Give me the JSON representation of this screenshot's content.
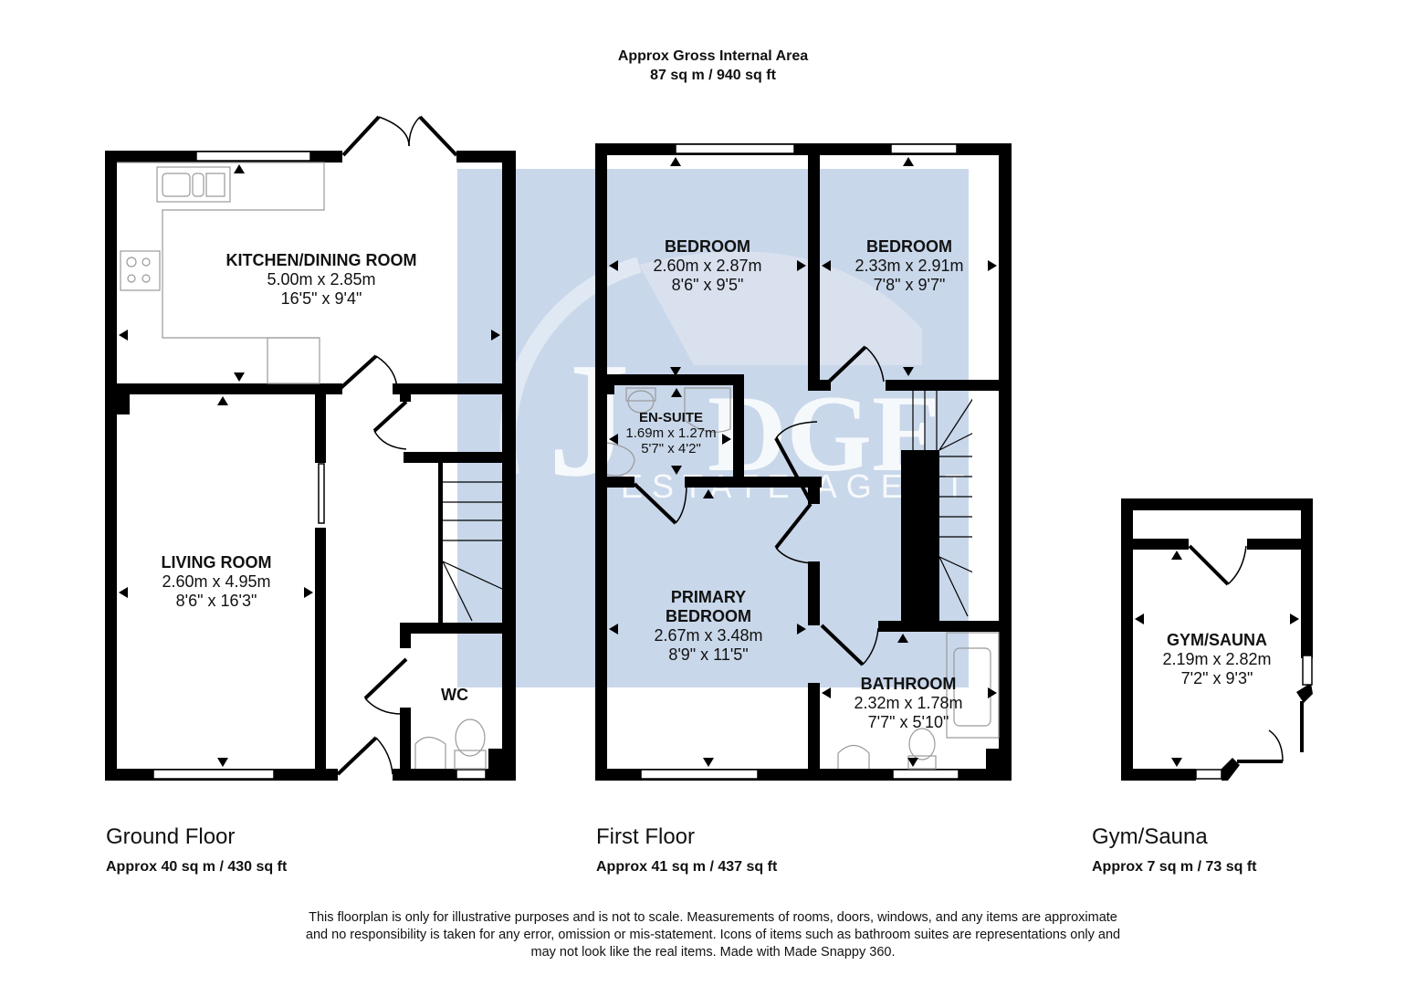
{
  "header": {
    "title": "Approx Gross Internal Area",
    "total_area": "87 sq m / 940 sq ft"
  },
  "watermark": {
    "brand": "JUDGE",
    "tagline": "ESTATE AGENTS",
    "color": "#c9d7ea"
  },
  "colors": {
    "wall": "#000000",
    "fixture_line": "#9a9a9a",
    "watermark_bg": "#c9d7ea"
  },
  "floors": [
    {
      "title": "Ground Floor",
      "area": "Approx 40 sq m / 430 sq ft",
      "rooms": [
        {
          "name": "KITCHEN/DINING ROOM",
          "metric": "5.00m x 2.85m",
          "imperial": "16'5\" x 9'4\""
        },
        {
          "name": "LIVING ROOM",
          "metric": "2.60m x 4.95m",
          "imperial": "8'6\" x 16'3\""
        },
        {
          "name": "WC",
          "metric": "",
          "imperial": ""
        }
      ]
    },
    {
      "title": "First Floor",
      "area": "Approx 41 sq m / 437 sq ft",
      "rooms": [
        {
          "name": "BEDROOM",
          "metric": "2.60m x 2.87m",
          "imperial": "8'6\" x 9'5\""
        },
        {
          "name": "BEDROOM",
          "metric": "2.33m x 2.91m",
          "imperial": "7'8\" x 9'7\""
        },
        {
          "name": "EN-SUITE",
          "metric": "1.69m x 1.27m",
          "imperial": "5'7\" x 4'2\""
        },
        {
          "name": "PRIMARY",
          "name2": "BEDROOM",
          "metric": "2.67m x 3.48m",
          "imperial": "8'9\" x 11'5\""
        },
        {
          "name": "BATHROOM",
          "metric": "2.32m x 1.78m",
          "imperial": "7'7\" x 5'10\""
        }
      ]
    },
    {
      "title": "Gym/Sauna",
      "area": "Approx 7 sq m / 73 sq ft",
      "rooms": [
        {
          "name": "GYM/SAUNA",
          "metric": "2.19m x 2.82m",
          "imperial": "7'2\" x 9'3\""
        }
      ]
    }
  ],
  "disclaimer": {
    "line1": "This floorplan is only for illustrative purposes and is not to scale. Measurements of rooms, doors, windows, and any items are approximate",
    "line2": "and no responsibility is taken for any error, omission or mis-statement. Icons of items such as bathroom suites are representations only and",
    "line3": "may not look like the real items. Made with Made Snappy 360."
  }
}
